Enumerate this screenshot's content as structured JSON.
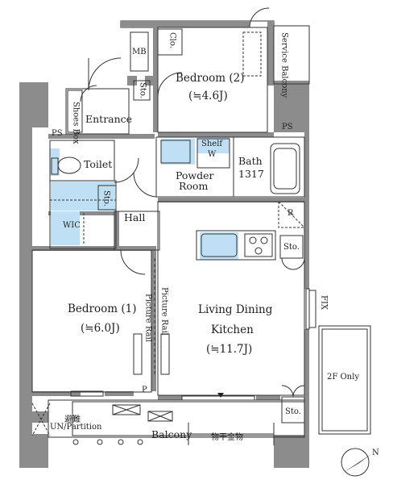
{
  "labels": {
    "bedroom2": "Bedroom (2)",
    "bedroom2_area": "(≒4.6J)",
    "bedroom1": "Bedroom (1)",
    "bedroom1_area": "(≒6.0J)",
    "ldk1": "Living Dining",
    "ldk2": "Kitchen",
    "ldk_area": "(≒11.7J)",
    "entrance": "Entrance",
    "toilet": "Toilet",
    "powder1": "Powder",
    "powder2": "Room",
    "bath": "Bath",
    "bath_size": "1317",
    "hall": "Hall",
    "wic": "WIC",
    "mb": "MB",
    "clo": "Clo.",
    "sto": "Sto.",
    "ps": "PS",
    "p": "P",
    "shoes_box": "Shoes Box",
    "shelf": "Shelf",
    "w": "W",
    "r": "R",
    "service_balcony": "Service Balcony",
    "fix": "FIX",
    "picture_rail": "Picture Rail",
    "balcony": "Balcony",
    "drying": "物干金物",
    "un_partition": "UN/Partition",
    "evac": "避難",
    "only2f": "2F Only",
    "north": "N"
  },
  "colors": {
    "wall": "#8c8c8c",
    "line": "#333333",
    "blue": "#bfe0f4"
  }
}
